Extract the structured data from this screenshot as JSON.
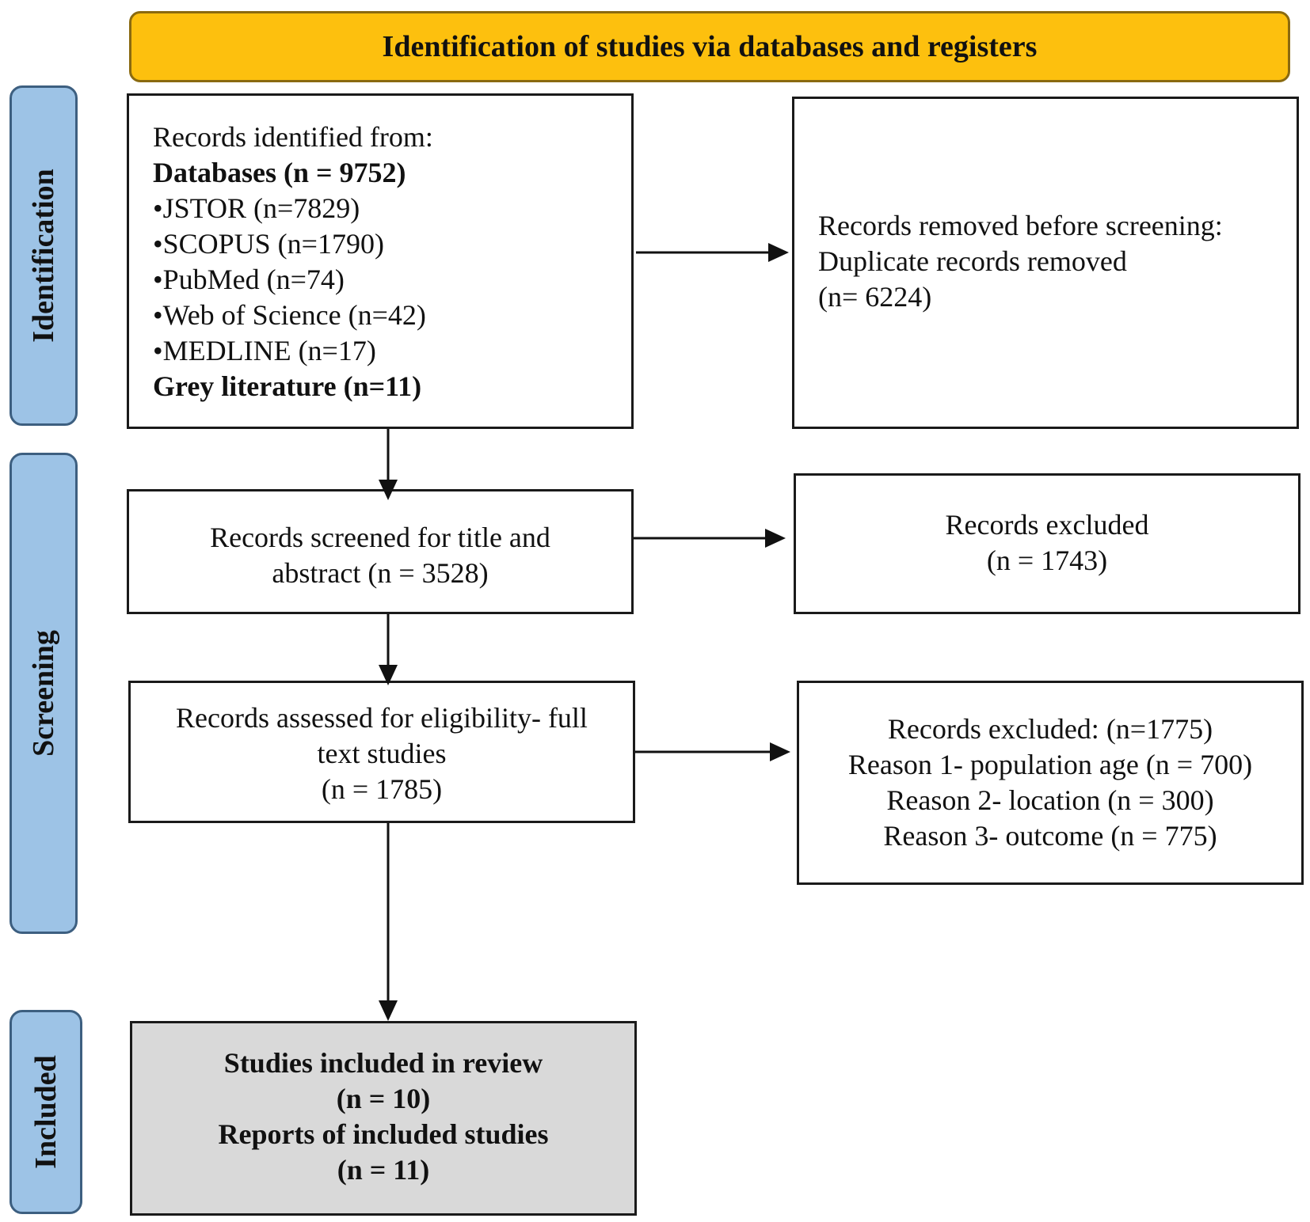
{
  "header": {
    "title": "Identification of studies via databases and registers",
    "color": "#fdc00e"
  },
  "phases": {
    "identification": "Identification",
    "screening": "Screening",
    "included": "Included",
    "color": "#9dc3e6"
  },
  "identified": {
    "intro": "Records identified from:",
    "databases": "Databases (n = 9752)",
    "sources": [
      "•JSTOR (n=7829)",
      "•SCOPUS (n=1790)",
      "•PubMed (n=74)",
      "•Web of Science  (n=42)",
      "•MEDLINE (n=17)"
    ],
    "grey": "Grey literature (n=11)"
  },
  "removed": {
    "line1": "Records removed before screening:",
    "line2": "Duplicate records removed",
    "line3": "(n= 6224)"
  },
  "screened": {
    "line1": "Records screened for title and",
    "line2": "abstract (n = 3528)"
  },
  "excluded1": {
    "line1": "Records excluded",
    "line2": "(n = 1743)"
  },
  "assessed": {
    "line1": "Records assessed for eligibility-  full",
    "line2": "text studies",
    "line3": "(n = 1785)"
  },
  "excluded2": {
    "line1": "Records excluded:  (n=1775)",
    "line2": "Reason 1- population age (n = 700)",
    "line3": "Reason 2- location  (n = 300)",
    "line4": "Reason 3- outcome  (n = 775)"
  },
  "included": {
    "line1": "Studies included in review",
    "line2": "(n = 10)",
    "line3": "Reports  of included studies",
    "line4": "(n = 11)",
    "color": "#d9d9d9"
  }
}
